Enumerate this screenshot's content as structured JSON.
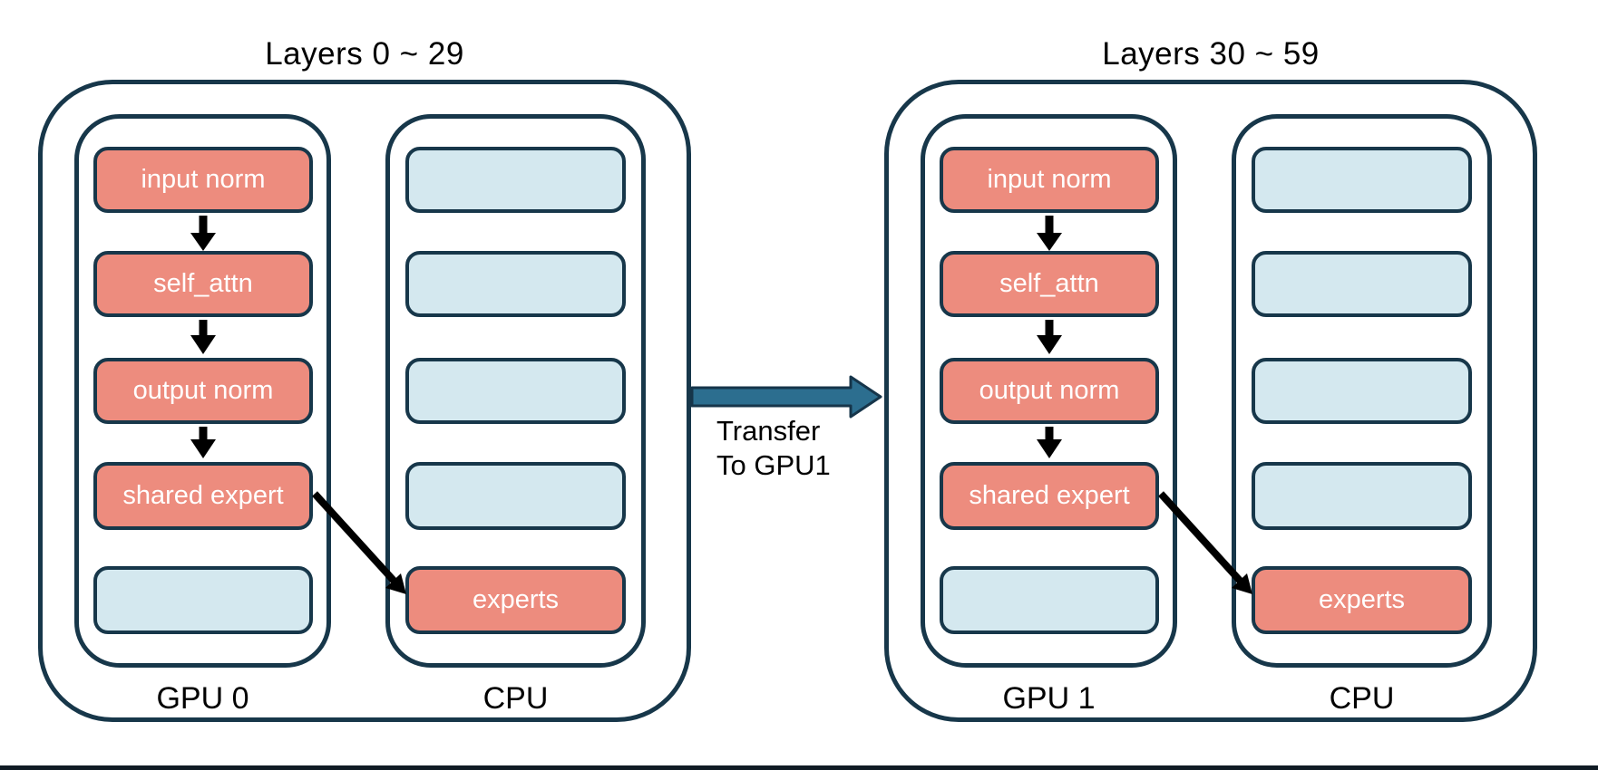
{
  "diagram": {
    "left_group": {
      "title": "Layers 0 ~ 29",
      "gpu_column": {
        "label": "GPU 0",
        "nodes": [
          {
            "label": "input norm",
            "type": "active"
          },
          {
            "label": "self_attn",
            "type": "active"
          },
          {
            "label": "output norm",
            "type": "active"
          },
          {
            "label": "shared expert",
            "type": "active"
          },
          {
            "label": "",
            "type": "empty"
          }
        ]
      },
      "cpu_column": {
        "label": "CPU",
        "nodes": [
          {
            "label": "",
            "type": "empty"
          },
          {
            "label": "",
            "type": "empty"
          },
          {
            "label": "",
            "type": "empty"
          },
          {
            "label": "",
            "type": "empty"
          },
          {
            "label": "experts",
            "type": "active"
          }
        ]
      }
    },
    "right_group": {
      "title": "Layers 30 ~ 59",
      "gpu_column": {
        "label": "GPU 1",
        "nodes": [
          {
            "label": "input norm",
            "type": "active"
          },
          {
            "label": "self_attn",
            "type": "active"
          },
          {
            "label": "output norm",
            "type": "active"
          },
          {
            "label": "shared expert",
            "type": "active"
          },
          {
            "label": "",
            "type": "empty"
          }
        ]
      },
      "cpu_column": {
        "label": "CPU",
        "nodes": [
          {
            "label": "",
            "type": "empty"
          },
          {
            "label": "",
            "type": "empty"
          },
          {
            "label": "",
            "type": "empty"
          },
          {
            "label": "",
            "type": "empty"
          },
          {
            "label": "experts",
            "type": "active"
          }
        ]
      }
    },
    "transfer": {
      "line1": "Transfer",
      "line2": "To GPU1"
    },
    "colors": {
      "ink": "#17374A",
      "salmon": "#ED8C7E",
      "light_blue": "#D4E8EF",
      "arrow_blue": "#2C6E8F",
      "flow_arrow": "#000000",
      "footer_bar": "#101B24"
    }
  }
}
